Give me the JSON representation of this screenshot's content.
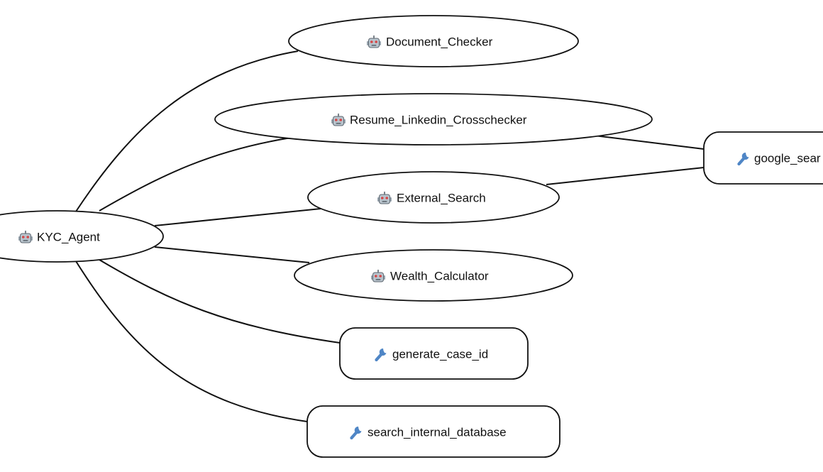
{
  "diagram": {
    "nodes": [
      {
        "id": "kyc_agent",
        "label": "KYC_Agent",
        "kind": "agent",
        "icon": "robot-icon"
      },
      {
        "id": "document_checker",
        "label": "Document_Checker",
        "kind": "agent",
        "icon": "robot-icon"
      },
      {
        "id": "resume_linkedin",
        "label": "Resume_Linkedin_Crosschecker",
        "kind": "agent",
        "icon": "robot-icon"
      },
      {
        "id": "external_search",
        "label": "External_Search",
        "kind": "agent",
        "icon": "robot-icon"
      },
      {
        "id": "wealth_calculator",
        "label": "Wealth_Calculator",
        "kind": "agent",
        "icon": "robot-icon"
      },
      {
        "id": "generate_case_id",
        "label": "generate_case_id",
        "kind": "tool",
        "icon": "wrench-icon"
      },
      {
        "id": "search_internal_database",
        "label": "search_internal_database",
        "kind": "tool",
        "icon": "wrench-icon"
      },
      {
        "id": "google_search",
        "label": "google_sear",
        "kind": "tool",
        "icon": "wrench-icon"
      }
    ],
    "edges": [
      {
        "from": "kyc_agent",
        "to": "document_checker"
      },
      {
        "from": "kyc_agent",
        "to": "resume_linkedin"
      },
      {
        "from": "kyc_agent",
        "to": "external_search"
      },
      {
        "from": "kyc_agent",
        "to": "wealth_calculator"
      },
      {
        "from": "kyc_agent",
        "to": "generate_case_id"
      },
      {
        "from": "kyc_agent",
        "to": "search_internal_database"
      },
      {
        "from": "resume_linkedin",
        "to": "google_search"
      },
      {
        "from": "external_search",
        "to": "google_search"
      }
    ]
  }
}
